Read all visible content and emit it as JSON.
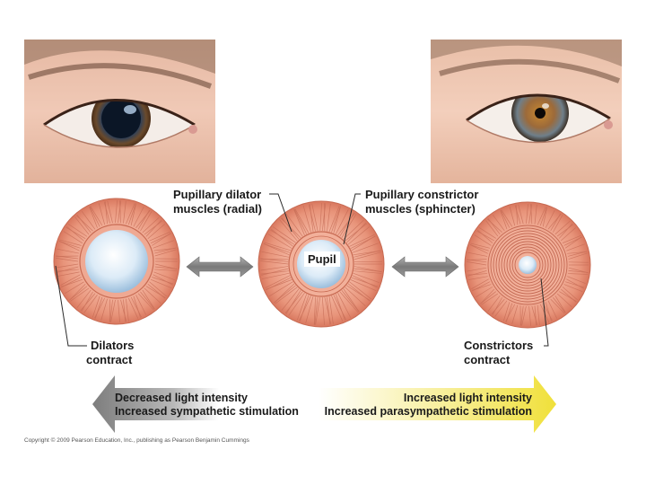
{
  "labels": {
    "dilator_muscles_line1": "Pupillary dilator",
    "dilator_muscles_line2": "muscles (radial)",
    "constrictor_muscles_line1": "Pupillary constrictor",
    "constrictor_muscles_line2": "muscles (sphincter)",
    "pupil": "Pupil",
    "dilators_line1": "Dilators",
    "dilators_line2": "contract",
    "constrictors_line1": "Constrictors",
    "constrictors_line2": "contract"
  },
  "arrow": {
    "left_line1": "Decreased light intensity",
    "left_line2": "Increased sympathetic stimulation",
    "right_line1": "Increased light intensity",
    "right_line2": "Increased parasympathetic stimulation"
  },
  "copyright": "Copyright © 2009 Pearson Education, Inc., publishing as Pearson Benjamin Cummings",
  "colors": {
    "iris_muscle": "#e8947a",
    "pupil_blue": "#c9dff2",
    "arrow_gray": "#8a8a8a",
    "arrow_yellow": "#f2e64a"
  },
  "images": {
    "left_photo": "dilated-pupil-eye-photo",
    "right_photo": "constricted-pupil-eye-photo"
  }
}
